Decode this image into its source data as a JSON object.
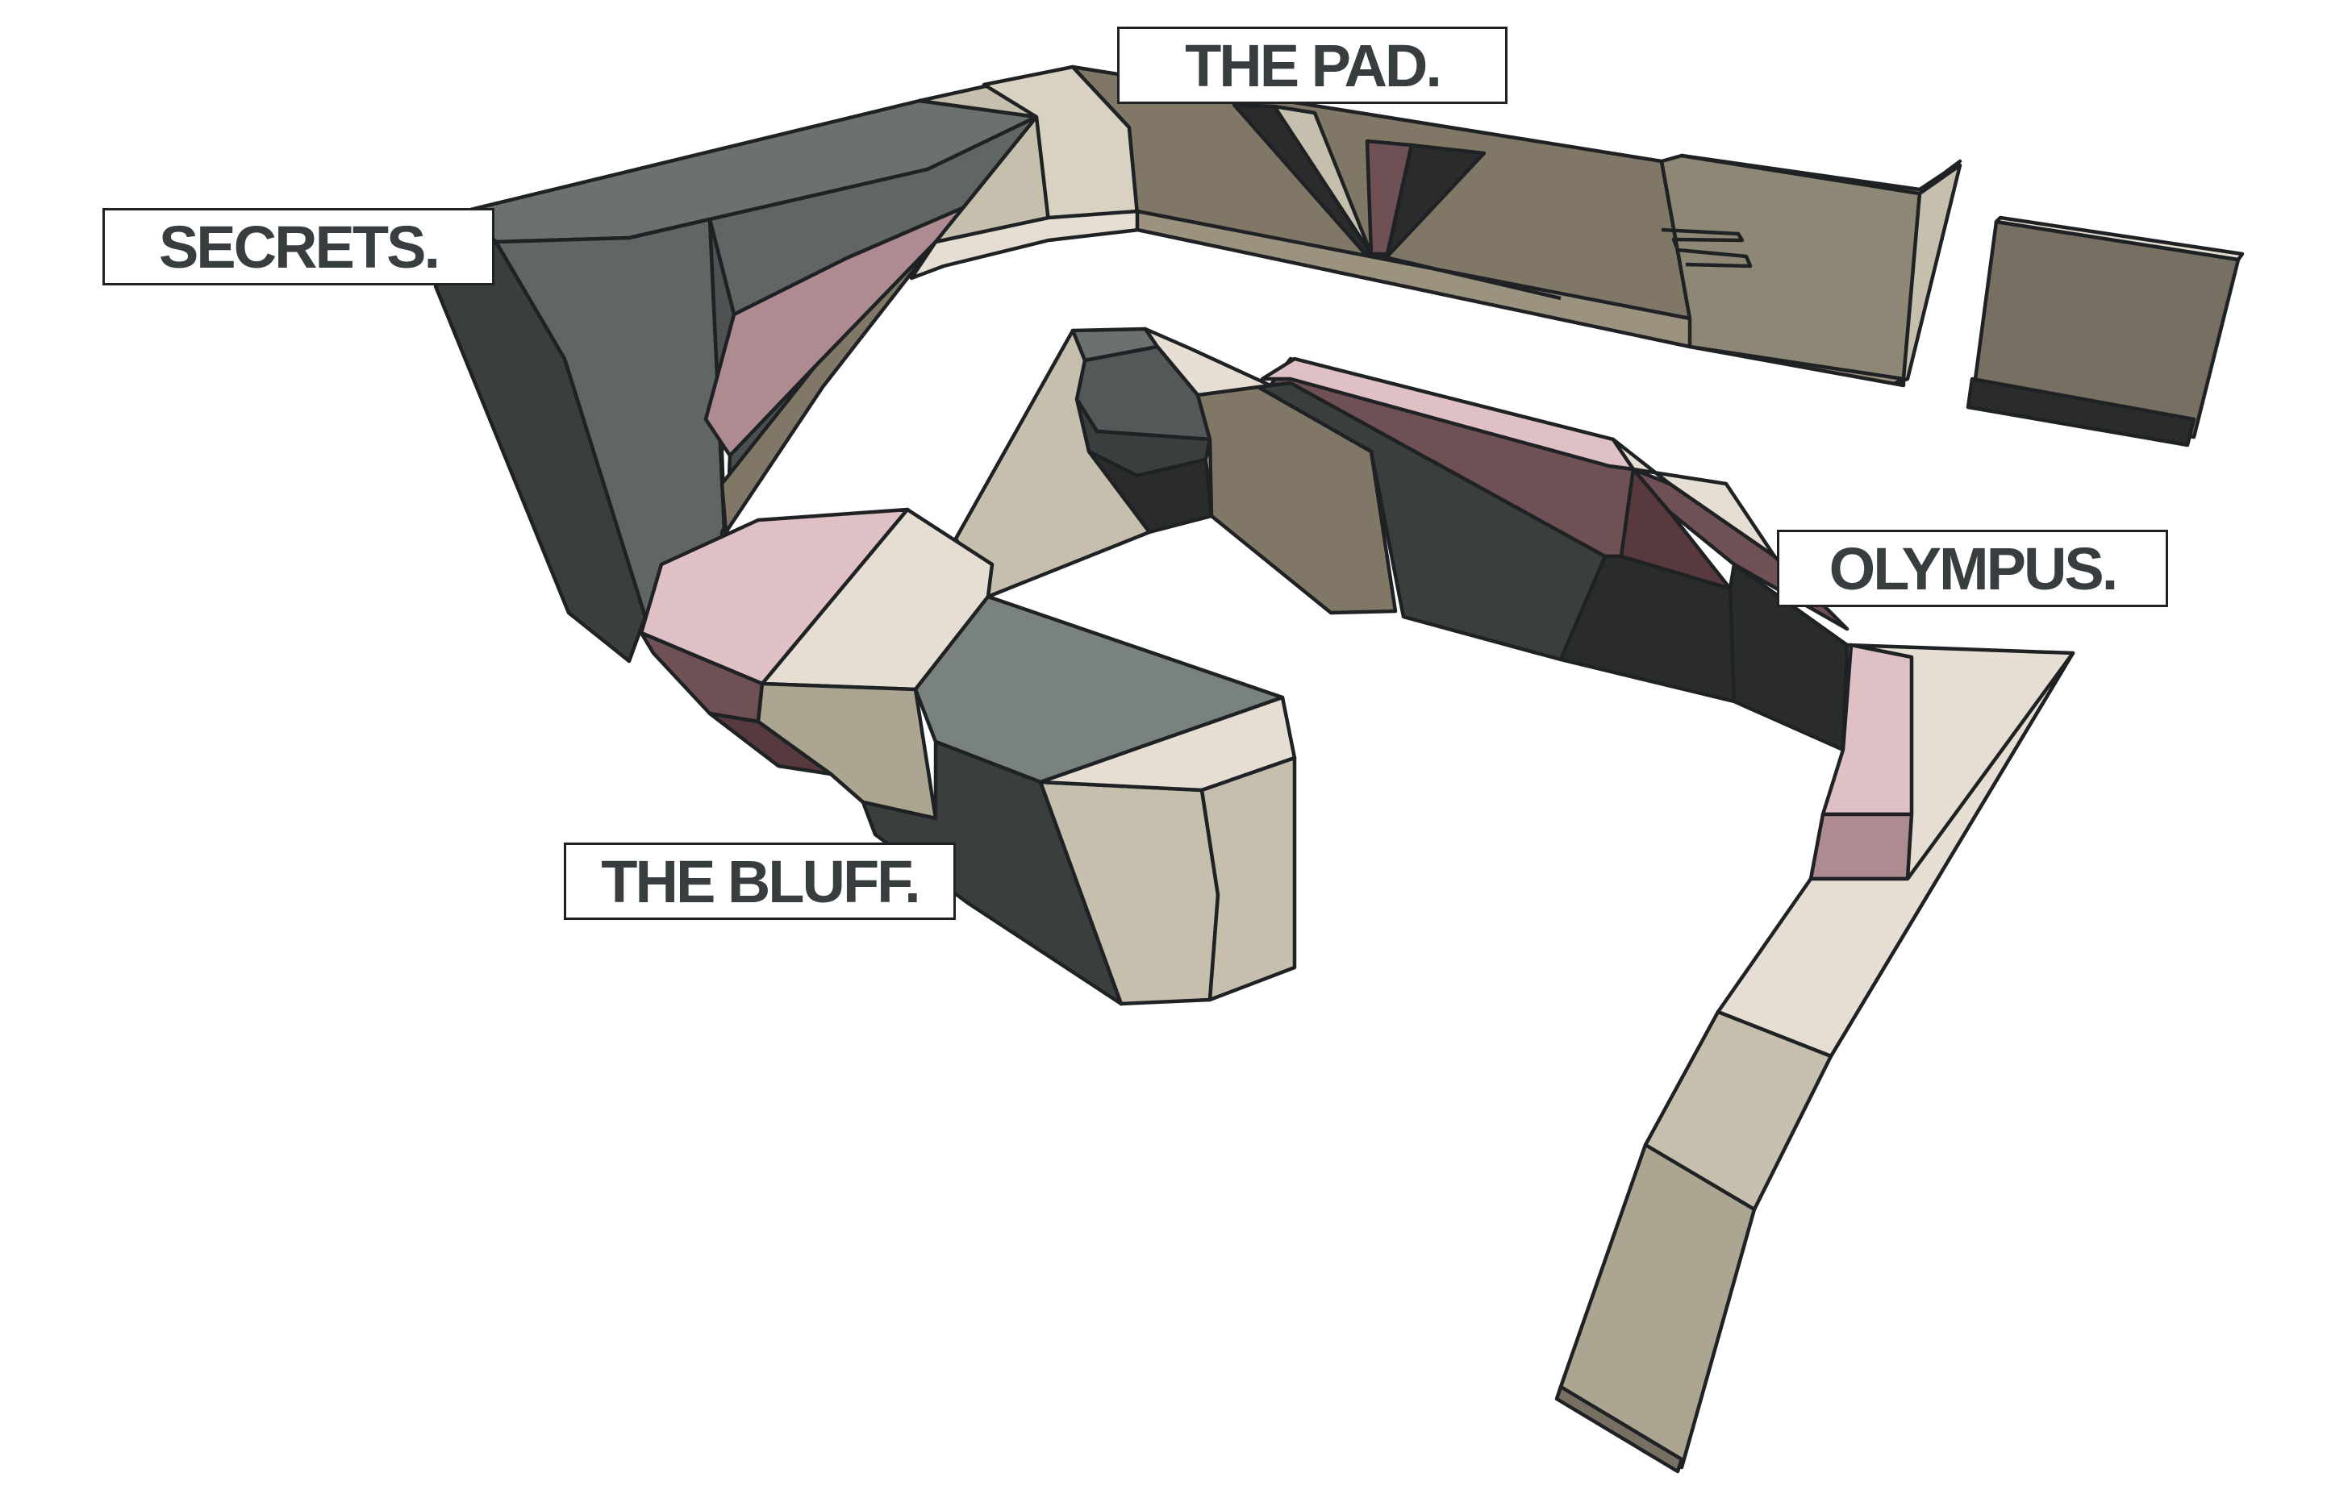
{
  "labels": {
    "pad": "THE PAD.",
    "secrets": "SECRETS.",
    "olympus": "OLYMPUS.",
    "bluff": "THE BLUFF."
  },
  "colors": {
    "outline": "#1f2224",
    "label_text": "#383e40",
    "slate_dark": "#3a3f3e",
    "slate_mid": "#5f6664",
    "slate_light": "#7a827e",
    "graphite": "#2a2b2b",
    "mauve_light": "#dfc0c5",
    "mauve_mid": "#ad8b90",
    "plum": "#6e5055",
    "cream": "#e6ded2",
    "sand": "#c6bfad",
    "khaki": "#aca591",
    "taupe": "#817766",
    "clay": "#786f63"
  }
}
